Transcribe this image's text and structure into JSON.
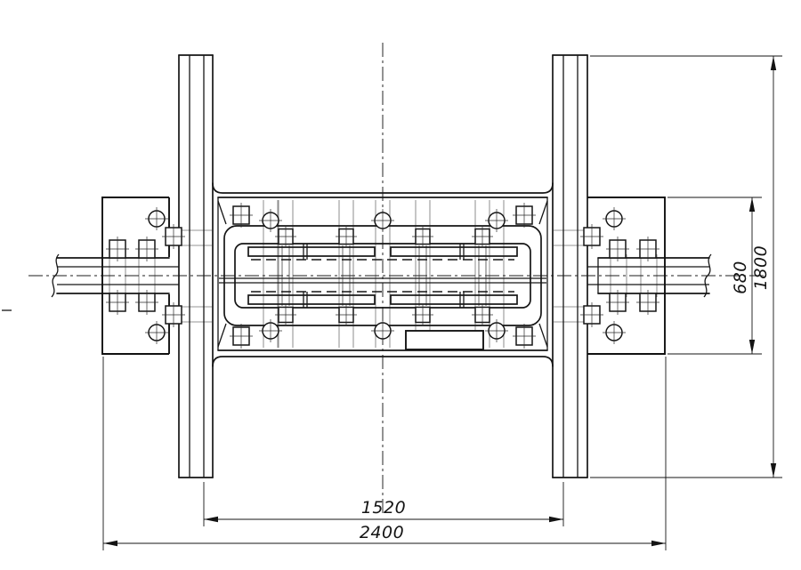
{
  "drawing": {
    "paper_color": "#ffffff",
    "ink_color": "#161616",
    "description_visible_text_only": true
  },
  "dimensions": {
    "track_gauge": {
      "value": "1520"
    },
    "overall_width": {
      "value": "2400"
    },
    "plate_height": {
      "value": "680"
    },
    "rail_length": {
      "value": "1800"
    }
  }
}
